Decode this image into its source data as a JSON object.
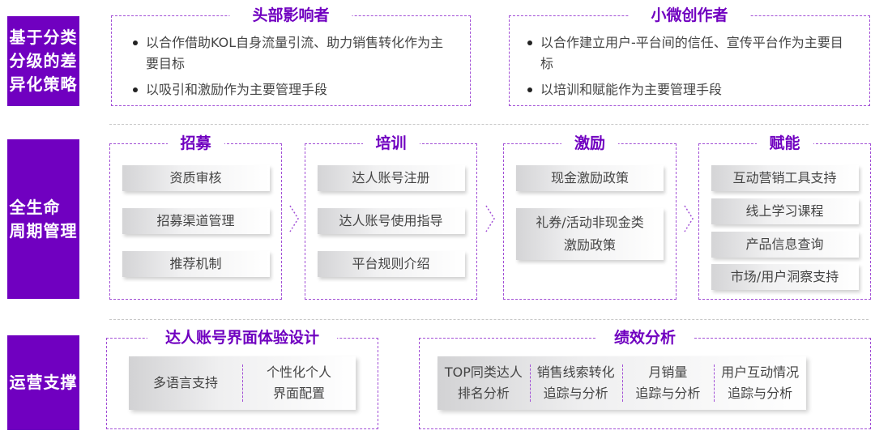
{
  "colors": {
    "accent": "#7000c0",
    "dashed_border": "#a24fd6",
    "separator": "#c8c8c8"
  },
  "rows": {
    "strategy": {
      "label": "基于分类\n分级的差\n异化策略",
      "label_lines": [
        "基于分类",
        "分级的差",
        "异化策略"
      ],
      "groups": [
        {
          "title": "头部影响者",
          "bullets": [
            "以合作借助KOL自身流量引流、助力销售转化作为主要目标",
            "以吸引和激励作为主要管理手段"
          ]
        },
        {
          "title": "小微创作者",
          "bullets": [
            "以合作建立用户-平台间的信任、宣传平台作为主要目标",
            "以培训和赋能作为主要管理手段"
          ]
        }
      ]
    },
    "lifecycle": {
      "label_lines": [
        "全生命",
        "周期管理"
      ],
      "stages": [
        {
          "title": "招募",
          "items": [
            "资质审核",
            "招募渠道管理",
            "推荐机制"
          ]
        },
        {
          "title": "培训",
          "items": [
            "达人账号注册",
            "达人账号使用指导",
            "平台规则介绍"
          ]
        },
        {
          "title": "激励",
          "items": [
            "现金激励政策",
            "礼券/活动非现金类\n激励政策"
          ]
        },
        {
          "title": "赋能",
          "items": [
            "互动营销工具支持",
            "线上学习课程",
            "产品信息查询",
            "市场/用户洞察支持"
          ]
        }
      ],
      "arrow_icon": "chevron-right-icon"
    },
    "operations": {
      "label_lines": [
        "运营支撑"
      ],
      "groups": [
        {
          "title": "达人账号界面体验设计",
          "cells": [
            "多语言支持",
            "个性化个人\n界面配置"
          ]
        },
        {
          "title": "绩效分析",
          "cells": [
            "TOP同类达人\n排名分析",
            "销售线索转化\n追踪与分析",
            "月销量\n追踪与分析",
            "用户互动情况\n追踪与分析"
          ]
        }
      ]
    }
  }
}
